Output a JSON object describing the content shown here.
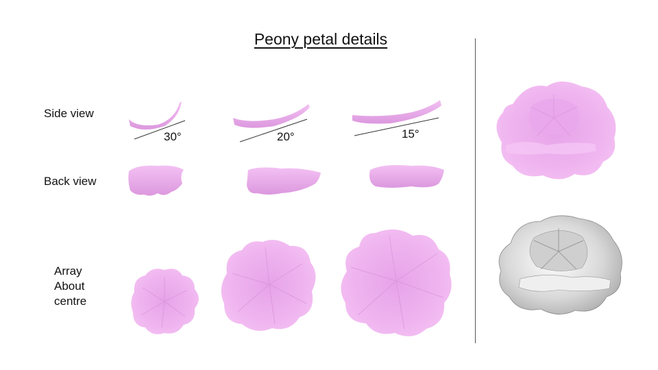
{
  "title": "Peony petal details",
  "rows": {
    "side_view": "Side view",
    "back_view": "Back view",
    "array_line1": "Array",
    "array_line2": "About",
    "array_line3": "centre"
  },
  "angles": [
    "30°",
    "20°",
    "15°"
  ],
  "colors": {
    "petal": "#eeb0ee",
    "petal_shade": "#d890dc",
    "white_render": "#d9d9d9",
    "divider": "#555555"
  }
}
